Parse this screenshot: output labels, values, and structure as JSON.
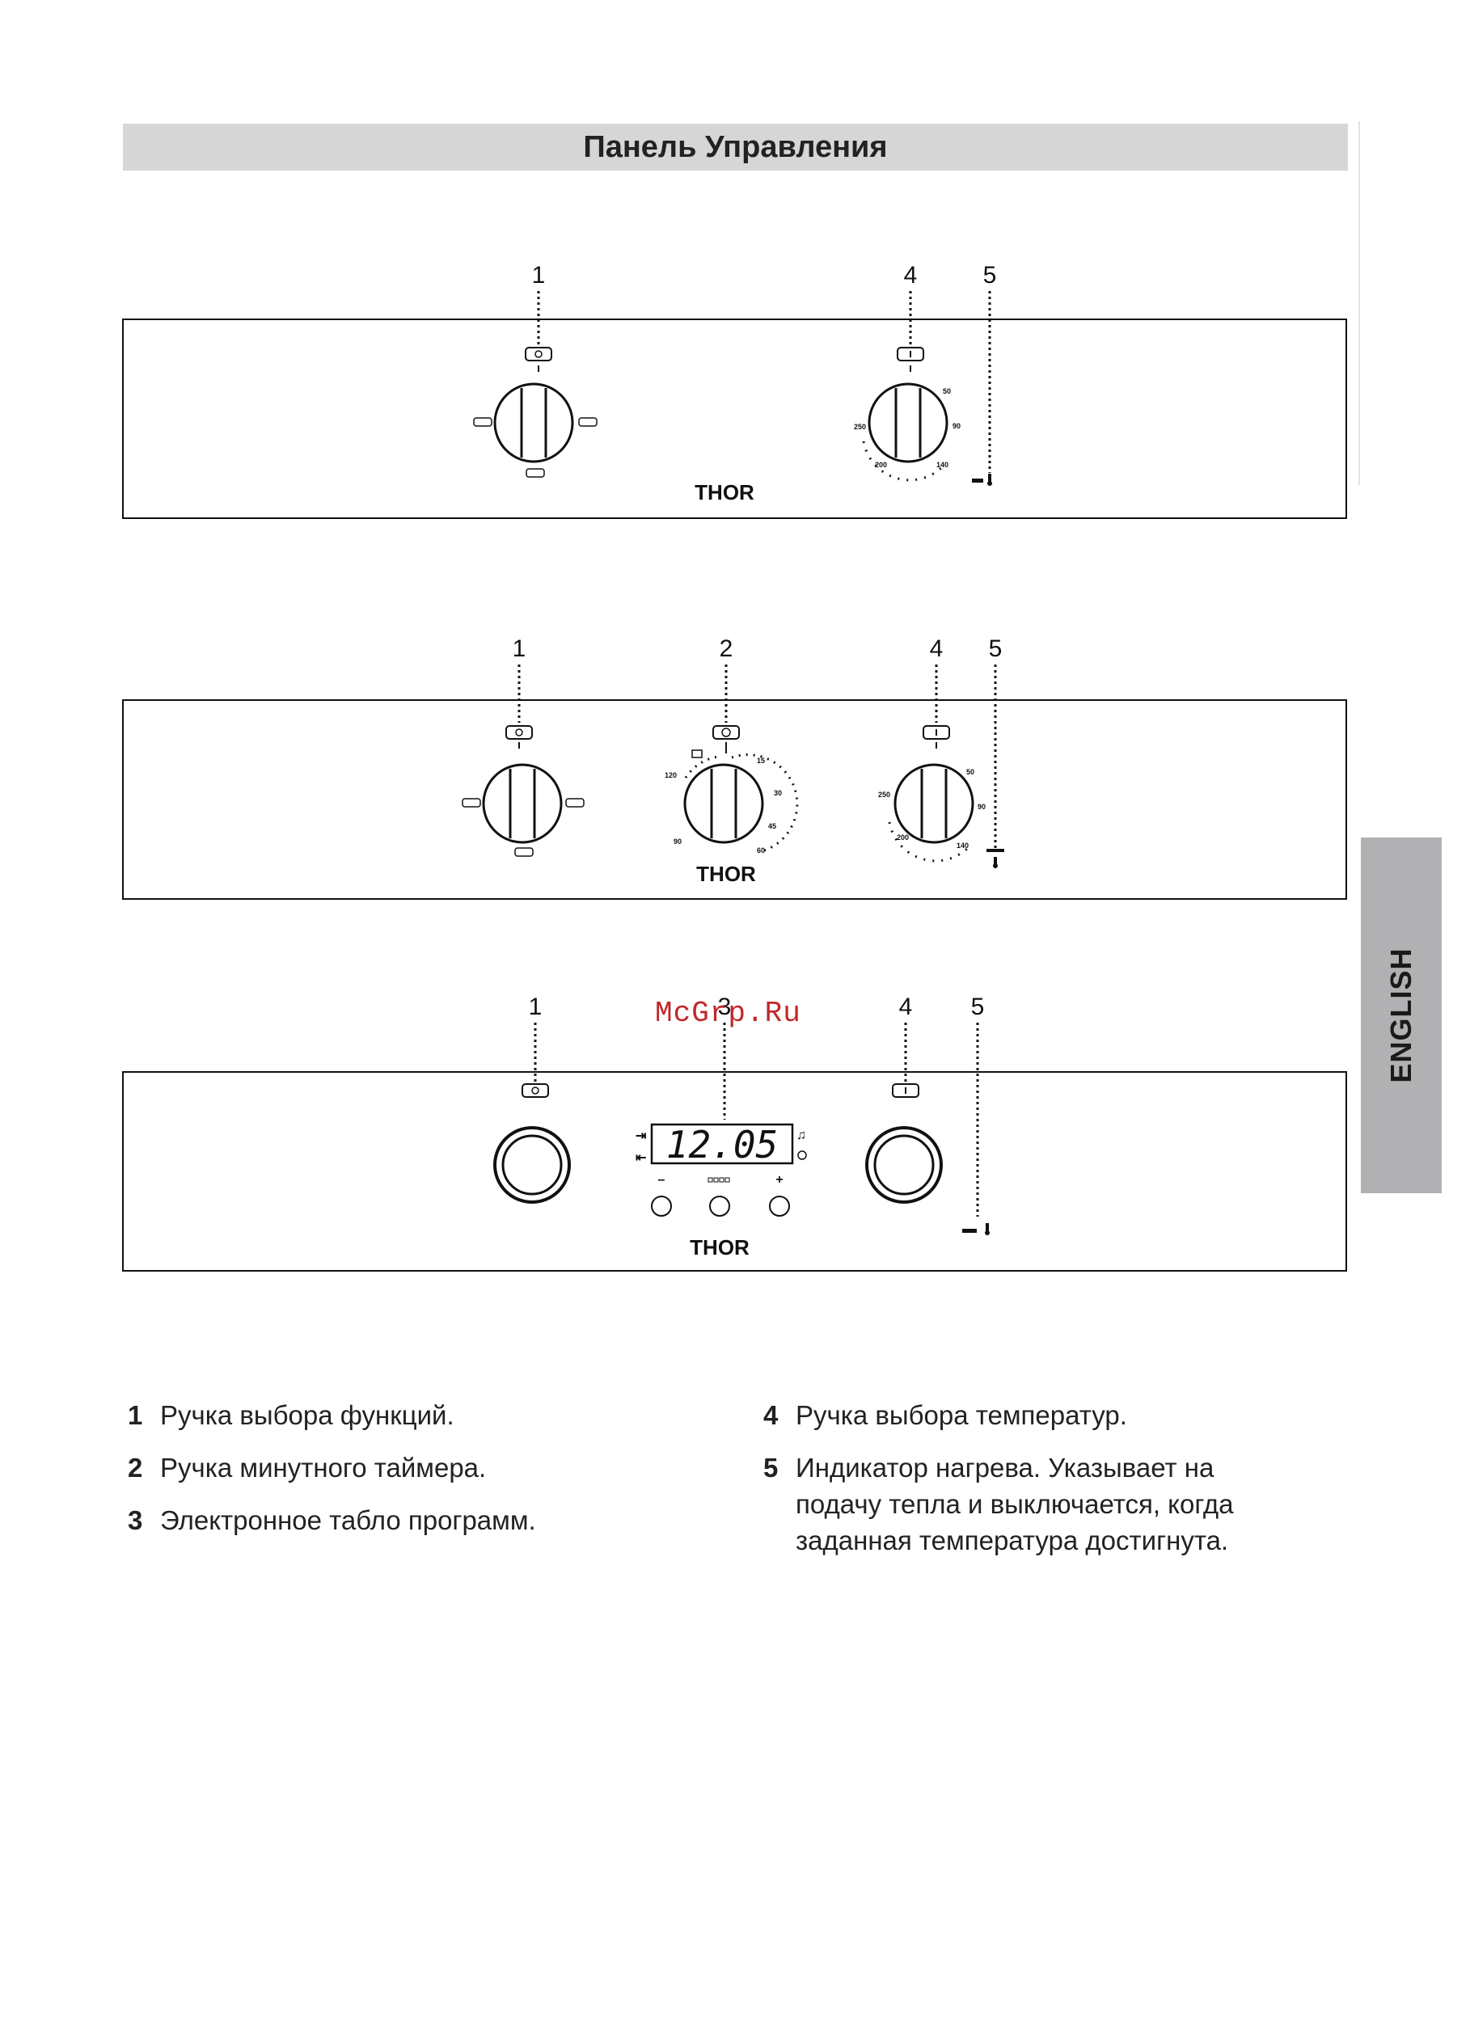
{
  "header": {
    "title": "Панель Управления"
  },
  "side_tab": {
    "label": "ENGLISH"
  },
  "watermark": "McGrp.Ru",
  "brand": "THOR",
  "panels": [
    {
      "callouts": [
        "1",
        "4",
        "5"
      ],
      "temp_scale": [
        "50",
        "90",
        "140",
        "200",
        "250"
      ]
    },
    {
      "callouts": [
        "1",
        "2",
        "4",
        "5"
      ],
      "timer_scale": [
        "15",
        "30",
        "45",
        "60",
        "90",
        "120"
      ],
      "temp_scale": [
        "50",
        "90",
        "140",
        "200",
        "250"
      ]
    },
    {
      "callouts": [
        "1",
        "3",
        "4",
        "5"
      ],
      "display": "12.05",
      "buttons": [
        "–",
        "+"
      ]
    }
  ],
  "legend": {
    "left": [
      {
        "num": "1",
        "text": "Ручка выбора функций."
      },
      {
        "num": "2",
        "text": "Ручка минутного таймера."
      },
      {
        "num": "3",
        "text": "Электронное табло программ."
      }
    ],
    "right": [
      {
        "num": "4",
        "text": "Ручка выбора температур."
      },
      {
        "num": "5",
        "text": "Индикатор нагрева. Указывает на подачу тепла и выключается, когда заданная температура достигнута."
      }
    ]
  }
}
